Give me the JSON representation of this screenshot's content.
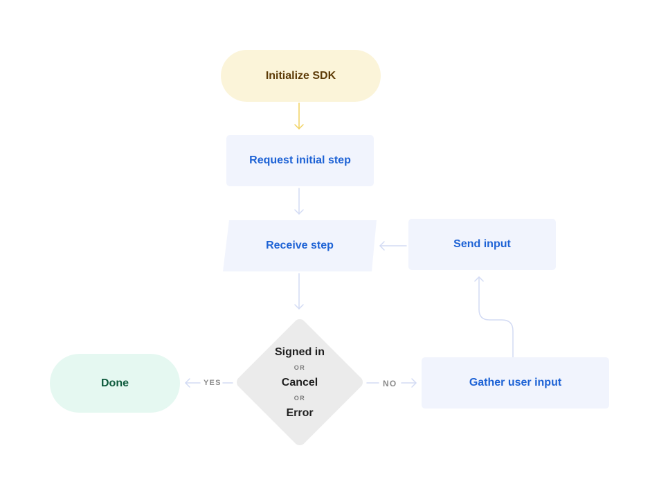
{
  "diagram": {
    "nodes": {
      "initialize": "Initialize SDK",
      "request": "Request initial step",
      "receive": "Receive step",
      "send": "Send input",
      "gather": "Gather user input",
      "done": "Done",
      "decision": {
        "option1": "Signed in",
        "sep1": "OR",
        "option2": "Cancel",
        "sep2": "OR",
        "option3": "Error"
      }
    },
    "edges": {
      "yes": "YES",
      "no": "NO"
    },
    "colors": {
      "start_fill": "#fbf4d9",
      "start_text": "#5c3a06",
      "process_fill": "#f1f4fd",
      "process_text": "#1d62d5",
      "decision_fill": "#ebebeb",
      "done_fill": "#e5f8f1",
      "done_text": "#0d5a3c",
      "start_arrow": "#f1d261",
      "arrow": "#d3dbf4"
    }
  }
}
